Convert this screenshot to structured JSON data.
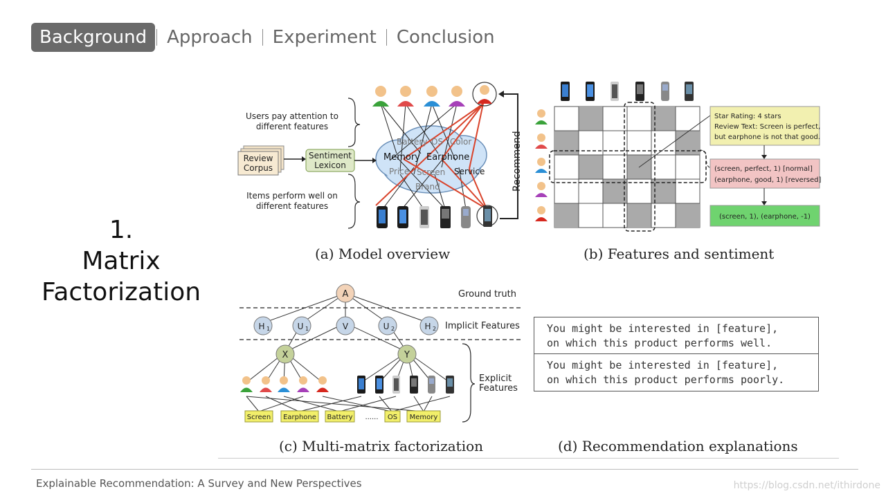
{
  "nav": {
    "items": [
      "Background",
      "Approach",
      "Experiment",
      "Conclusion"
    ],
    "active_index": 0
  },
  "section": {
    "number": "1.",
    "title_line1": "Matrix",
    "title_line2": "Factorization"
  },
  "figure_a": {
    "caption": "(a) Model overview",
    "users_label_1": "Users pay attention to",
    "users_label_2": "different features",
    "items_label_1": "Items perform well on",
    "items_label_2": "different features",
    "review_corpus_1": "Review",
    "review_corpus_2": "Corpus",
    "sentiment_1": "Sentiment",
    "sentiment_2": "Lexicon",
    "recommend": "Recommend",
    "cloud_features": [
      "Battery",
      "OS",
      "Color",
      "Memory",
      "Earphone",
      "Price",
      "Screen",
      "Service",
      "Brand"
    ]
  },
  "figure_b": {
    "caption": "(b) Features and sentiment",
    "box1_line1": "Star Rating: 4 stars",
    "box1_line2": "Review Text: Screen is perfect,",
    "box1_line3": "but earphone is not that good.",
    "box2_line1": "(screen, perfect, 1) [normal]",
    "box2_line2": "(earphone, good, 1) [reversed]",
    "box3": "(screen, 1), (earphone, -1)"
  },
  "figure_c": {
    "caption": "(c) Multi-matrix factorization",
    "ground_truth": "Ground truth",
    "implicit": "Implicit Features",
    "explicit_1": "Explicit",
    "explicit_2": "Features",
    "node_a": "A",
    "implicit_nodes": [
      "H",
      "U",
      "V",
      "U",
      "H"
    ],
    "implicit_subs": [
      "1",
      "1",
      "",
      "2",
      "2"
    ],
    "node_x": "X",
    "node_y": "Y",
    "feature_tags": [
      "Screen",
      "Earphone",
      "Battery",
      "......",
      "OS",
      "Memory"
    ]
  },
  "figure_d": {
    "caption": "(d) Recommendation explanations",
    "line1a": "You might be interested in [feature],",
    "line1b": "on which this product performs well.",
    "line2a": "You might be interested in [feature],",
    "line2b": "on which this product performs poorly."
  },
  "footer": {
    "text": "Explainable Recommendation: A Survey and New Perspectives",
    "watermark": "https://blog.csdn.net/ithirdone"
  },
  "colors": {
    "nav_active_bg": "#6a6a6a",
    "red_line": "#d9432b",
    "box_yellow": "#f2f0b0",
    "box_pink": "#f2c4c4",
    "box_green": "#6fd36f",
    "grid_gray": "#aaaaaa"
  }
}
